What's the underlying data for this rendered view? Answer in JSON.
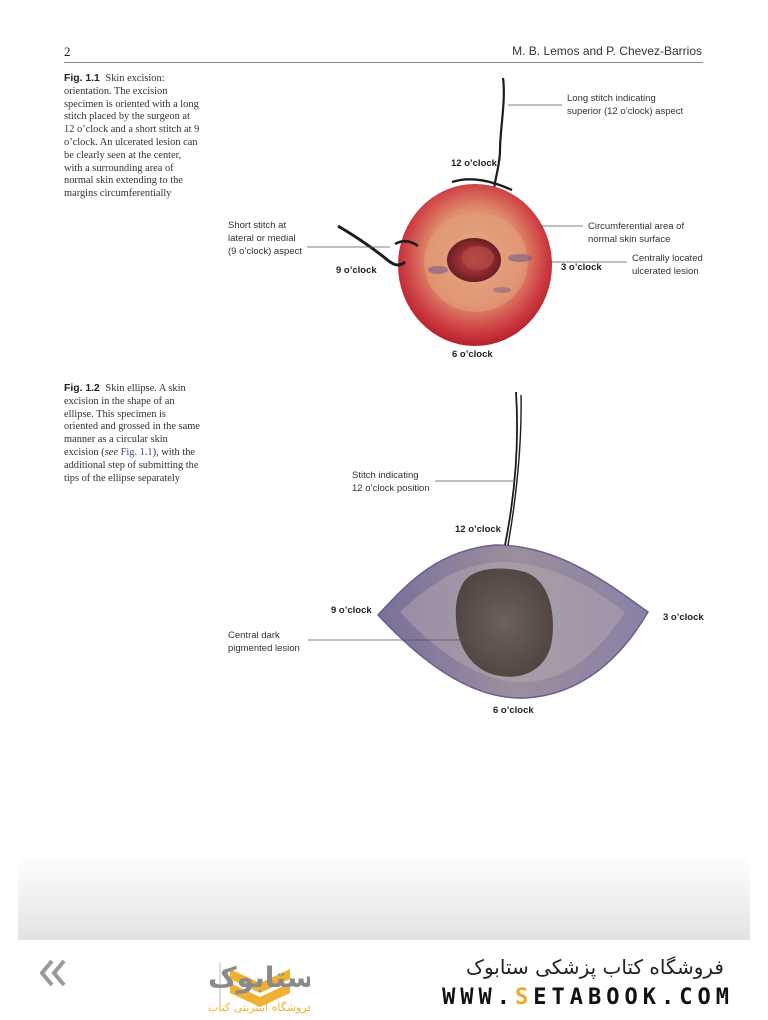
{
  "header": {
    "page_number": "2",
    "running_head": "M. B. Lemos and P. Chevez-Barrios"
  },
  "figure1": {
    "caption_label": "Fig. 1.1",
    "caption_text": "Skin excision: orientation. The excision specimen is oriented with a long stitch placed by the surgeon at 12 o’clock and a short stitch at 9 o’clock. An ulcerated lesion can be clearly seen at the center, with a surrounding area of normal skin extending to the margins circumferentially",
    "labels": {
      "long_stitch_1": "Long stitch indicating",
      "long_stitch_2": "superior (12 o’clock) aspect",
      "clock12": "12 o’clock",
      "short_stitch_1": "Short stitch at",
      "short_stitch_2": "lateral or medial",
      "short_stitch_3": "(9 o’clock) aspect",
      "circ_1": "Circumferential area of",
      "circ_2": "normal skin surface",
      "clock9": "9 o’clock",
      "clock3": "3 o’clock",
      "central_1": "Centrally located",
      "central_2": "ulcerated lesion",
      "clock6": "6 o’clock"
    }
  },
  "figure2": {
    "caption_label": "Fig. 1.2",
    "caption_text_before": "Skin ellipse. A skin excision in the shape of an ellipse. This specimen is oriented and grossed in the same manner as a circular skin excision (",
    "caption_see": "see",
    "caption_ref": "Fig. 1.1",
    "caption_text_after": "), with the additional step of submitting the tips of the ellipse separately",
    "labels": {
      "stitch_1": "Stitch indicating",
      "stitch_2": "12 o’clock position",
      "clock12": "12 o’clock",
      "clock9": "9 o’clock",
      "clock3": "3 o’clock",
      "lesion_1": "Central dark",
      "lesion_2": "pigmented lesion",
      "clock6": "6 o’clock"
    }
  },
  "footer": {
    "store_name": "فروشگاه کتاب پزشکی ستابوک",
    "url_before": "WWW.",
    "url_accent": "S",
    "url_after": "ETABOOK.COM",
    "logo_tagline": "فروشگاه اینترنتی کتاب",
    "logo_name": "ستابوک"
  },
  "colors": {
    "specimen_red": "#c8303a",
    "specimen_purple": "#7a74a8",
    "lesion_dark": "#5e4f48",
    "logo_gold": "#f0b030",
    "logo_gray": "#9a9a9a"
  }
}
